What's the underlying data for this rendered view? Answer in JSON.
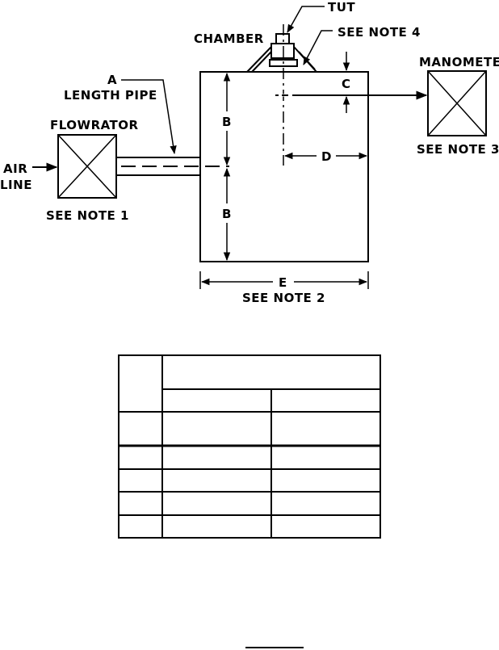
{
  "labels": {
    "tut": "TUT",
    "chamber": "CHAMBER",
    "see_note_4": "SEE NOTE 4",
    "manometer": "MANOMETER",
    "see_note_3": "SEE NOTE 3",
    "a": "A",
    "length_pipe": "LENGTH PIPE",
    "flowrator": "FLOWRATOR",
    "air": "AIR",
    "line": "LINE",
    "see_note_1": "SEE NOTE 1",
    "b_upper": "B",
    "b_lower": "B",
    "c": "C",
    "d": "D",
    "e": "E",
    "see_note_2": "SEE NOTE 2"
  }
}
